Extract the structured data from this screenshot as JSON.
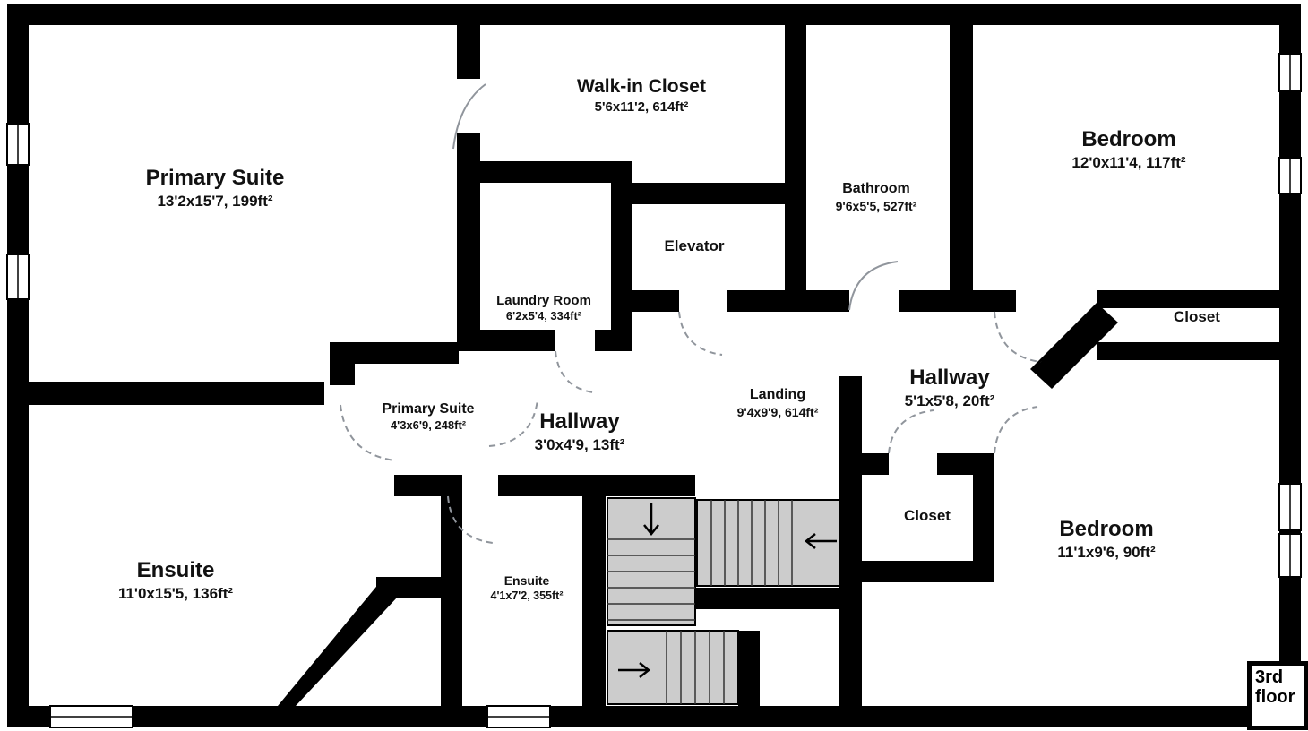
{
  "floor_plan": {
    "floor_badge": {
      "line1": "3rd",
      "line2": "floor"
    },
    "rooms": [
      {
        "id": "primary-suite",
        "name": "Primary Suite",
        "dims": "13'2x15'7, 199ft²"
      },
      {
        "id": "walk-in-closet",
        "name": "Walk-in Closet",
        "dims": "5'6x11'2, 614ft²"
      },
      {
        "id": "bathroom",
        "name": "Bathroom",
        "dims": "9'6x5'5, 527ft²"
      },
      {
        "id": "bedroom-top-right",
        "name": "Bedroom",
        "dims": "12'0x11'4, 117ft²"
      },
      {
        "id": "elevator",
        "name": "Elevator"
      },
      {
        "id": "laundry-room",
        "name": "Laundry Room",
        "dims": "6'2x5'4, 334ft²"
      },
      {
        "id": "closet-top-right",
        "name": "Closet"
      },
      {
        "id": "hallway-right",
        "name": "Hallway",
        "dims": "5'1x5'8, 20ft²"
      },
      {
        "id": "landing",
        "name": "Landing",
        "dims": "9'4x9'9, 614ft²"
      },
      {
        "id": "primary-suite-closet",
        "name": "Primary Suite",
        "dims": "4'3x6'9, 248ft²"
      },
      {
        "id": "hallway-center",
        "name": "Hallway",
        "dims": "3'0x4'9, 13ft²"
      },
      {
        "id": "ensuite-left",
        "name": "Ensuite",
        "dims": "11'0x15'5, 136ft²"
      },
      {
        "id": "ensuite-small",
        "name": "Ensuite",
        "dims": "4'1x7'2, 355ft²"
      },
      {
        "id": "closet-middle",
        "name": "Closet"
      },
      {
        "id": "bedroom-bottom-right",
        "name": "Bedroom",
        "dims": "11'1x9'6, 90ft²"
      }
    ],
    "stairs": {
      "runs": [
        "down-run-vertical",
        "run-horizontal-left-arrow",
        "run-horizontal-right-arrow"
      ]
    },
    "colors": {
      "wall": "#000000",
      "background": "#ffffff",
      "stair_fill": "#cccccc",
      "door_arc": "#90959c",
      "text": "#111111"
    }
  }
}
